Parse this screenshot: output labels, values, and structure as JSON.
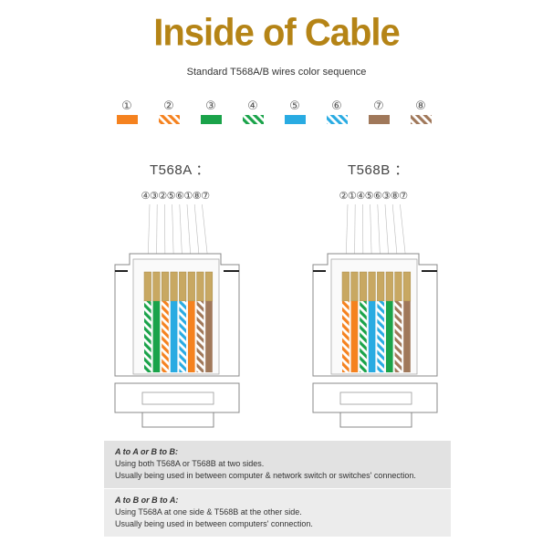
{
  "title": "Inside of Cable",
  "subtitle": "Standard T568A/B wires color sequence",
  "colors": {
    "orange": "#f5821f",
    "green": "#1aa34a",
    "blue": "#29abe2",
    "brown": "#a0785a",
    "title": "#b58416"
  },
  "wires": [
    {
      "num": "①",
      "color": "orange",
      "striped": false
    },
    {
      "num": "②",
      "color": "orange",
      "striped": true
    },
    {
      "num": "③",
      "color": "green",
      "striped": false
    },
    {
      "num": "④",
      "color": "green",
      "striped": true
    },
    {
      "num": "⑤",
      "color": "blue",
      "striped": false
    },
    {
      "num": "⑥",
      "color": "blue",
      "striped": true
    },
    {
      "num": "⑦",
      "color": "brown",
      "striped": false
    },
    {
      "num": "⑧",
      "color": "brown",
      "striped": true
    }
  ],
  "standards": [
    {
      "label": "T568A ：",
      "sequence": "④③②⑤⑥①⑧⑦",
      "order": [
        4,
        3,
        2,
        5,
        6,
        1,
        8,
        7
      ]
    },
    {
      "label": "T568B ：",
      "sequence": "②①④⑤⑥③⑧⑦",
      "order": [
        2,
        1,
        4,
        5,
        6,
        3,
        8,
        7
      ]
    }
  ],
  "info": [
    {
      "heading": "A to A or B to B:",
      "lines": [
        "Using both T568A or T568B at two sides.",
        "Usually being used in between computer & network switch or switches' connection."
      ]
    },
    {
      "heading": "A to B or B to A:",
      "lines": [
        "Using T568A at one side & T568B at the other side.",
        "Usually being used in between computers' connection."
      ]
    }
  ]
}
